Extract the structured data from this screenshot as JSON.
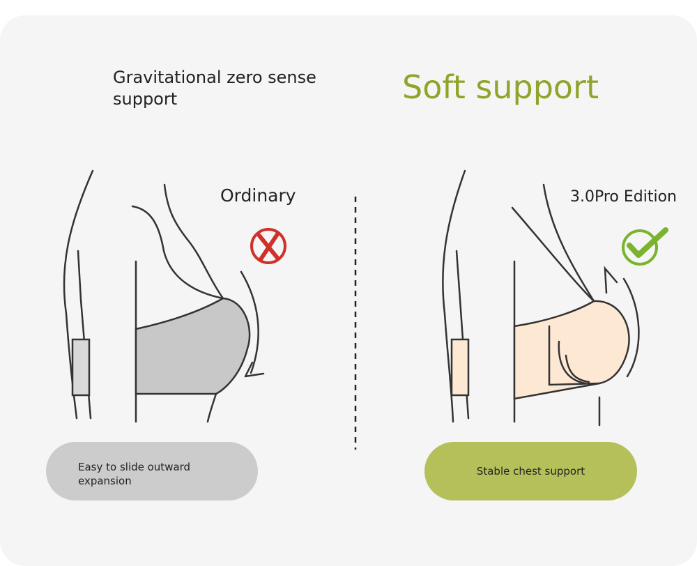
{
  "left": {
    "title": "Gravitational zero sense support",
    "label": "Ordinary",
    "status_icon": "red-x-icon",
    "caption": "Easy to slide outward expansion"
  },
  "right": {
    "title": "Soft support",
    "label": "3.0Pro Edition",
    "status_icon": "green-check-icon",
    "caption": "Stable chest support"
  },
  "colors": {
    "accent": "#8ea52a",
    "pill_green": "#b5c05b",
    "pill_grey": "#cccccc",
    "peach": "#fde8d4",
    "red": "#d0302a"
  }
}
